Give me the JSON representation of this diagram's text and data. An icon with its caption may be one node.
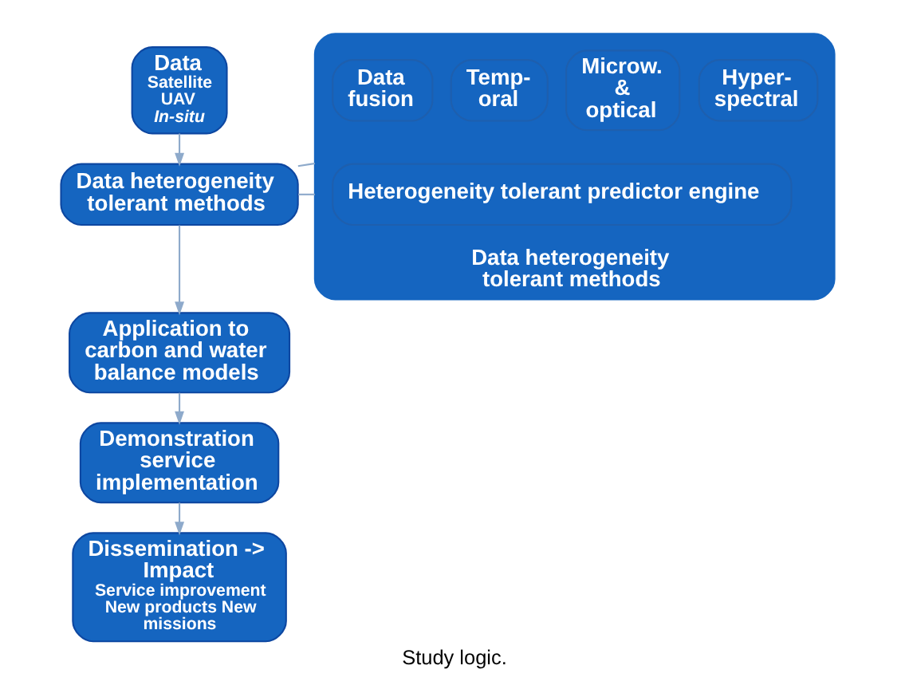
{
  "diagram": {
    "caption": "Study logic.",
    "nodes": [
      {
        "text": [
          "Data",
          "Satellite",
          "UAV",
          "In-situ"
        ]
      },
      {
        "text": [
          "Data heterogeneity tolerant methods"
        ]
      },
      {
        "text": [
          "Application to carbon and water balance models"
        ]
      },
      {
        "text": [
          "Demonstration service implementation"
        ]
      },
      {
        "text": [
          "Dissemination -> Impact",
          "Service improvement New products New missions"
        ]
      },
      {
        "text": [
          "Data heterogeneity tolerant methods"
        ]
      },
      {
        "text": [
          "Hyper- spectral"
        ],
        "in": 5
      },
      {
        "text": [
          "Microw. & optical"
        ],
        "in": 5
      },
      {
        "text": [
          "Temp- oral"
        ],
        "in": 5
      },
      {
        "text": [
          "Data fusion"
        ],
        "in": 5
      },
      {
        "text": [
          "Heterogeneity tolerant predictor engine"
        ],
        "in": 5
      }
    ],
    "edges": [
      {
        "from": 0,
        "to": 1,
        "arrow": "to"
      },
      {
        "from": 1,
        "to": 2,
        "arrow": "to"
      },
      {
        "from": 2,
        "to": 3,
        "arrow": "to"
      },
      {
        "from": 3,
        "to": 4,
        "arrow": "to"
      },
      {
        "from": 1,
        "to": 5,
        "arrow": "none"
      },
      {
        "from": 1,
        "to": 5,
        "arrow": "none"
      }
    ]
  }
}
